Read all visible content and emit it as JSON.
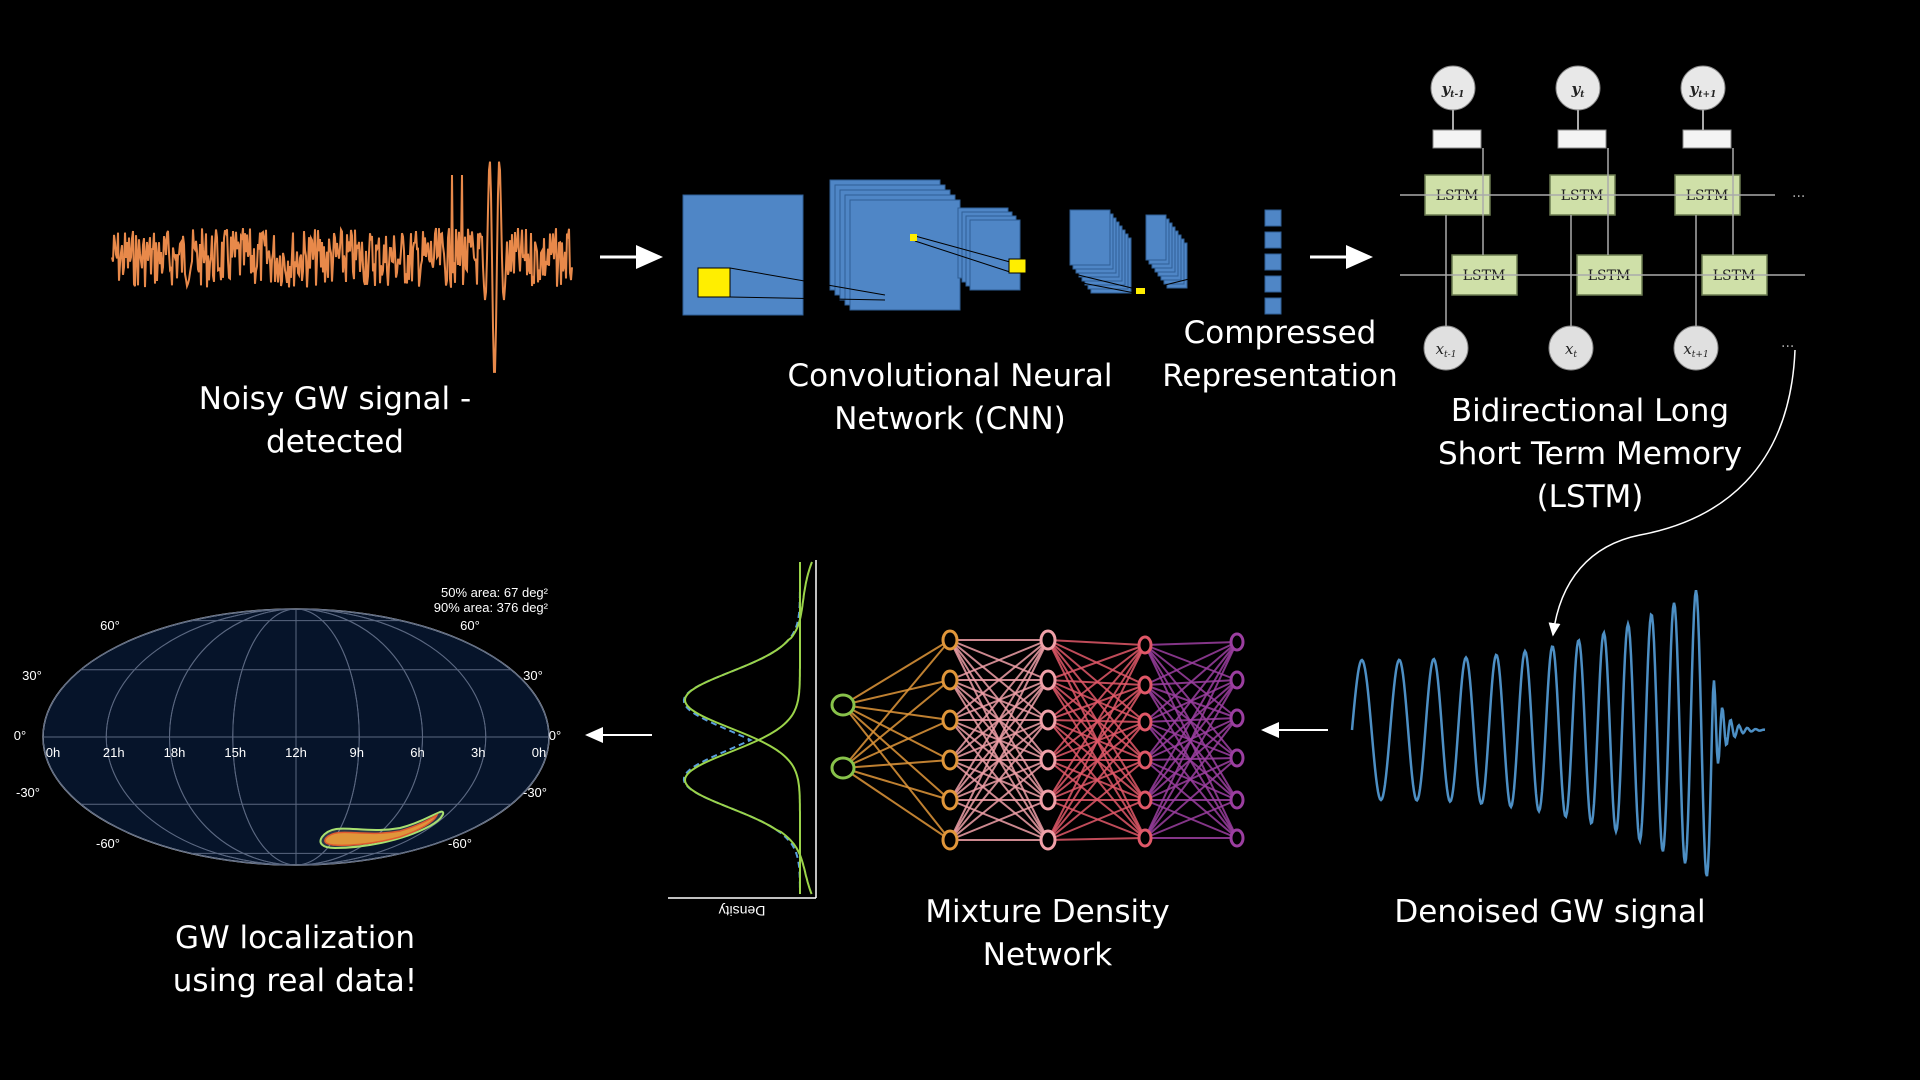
{
  "captions": {
    "noisy": [
      "Noisy GW signal -",
      "detected"
    ],
    "cnn": [
      "Convolutional Neural",
      "Network (CNN)"
    ],
    "compressed": [
      "Compressed",
      "Representation"
    ],
    "lstm": [
      "Bidirectional Long",
      "Short Term Memory",
      "(LSTM)"
    ],
    "denoised": [
      "Denoised GW signal"
    ],
    "mdn": [
      "Mixture Density",
      "Network"
    ],
    "localization": [
      "GW localization",
      "using real data!"
    ]
  },
  "lstm_diagram": {
    "cell_label": "LSTM",
    "outputs": [
      "y",
      "y",
      "y"
    ],
    "output_subs": [
      "t-1",
      "t",
      "t+1"
    ],
    "inputs": [
      "x",
      "x",
      "x"
    ],
    "input_subs": [
      "t-1",
      "t",
      "t+1"
    ],
    "ellipsis": "..."
  },
  "density_plot": {
    "axis_label": "Density"
  },
  "skymap": {
    "area50": "50% area: 67 deg²",
    "area90": "90% area: 376 deg²",
    "lat_labels_left": [
      "60°",
      "30°",
      "0°",
      "-30°",
      "-60°"
    ],
    "lat_labels_right": [
      "60°",
      "30°",
      "0°",
      "-30°",
      "-60°"
    ],
    "ra_labels": [
      "0h",
      "21h",
      "18h",
      "15h",
      "12h",
      "9h",
      "6h",
      "3h",
      "0h"
    ]
  },
  "colors": {
    "noisy_signal": "#e8894a",
    "denoised_signal": "#4d8fc4",
    "cnn_block": "#4f86c6",
    "cnn_highlight": "#ffee00",
    "lstm_cell": "#cfe0a8",
    "mdn_input": "#88c24a",
    "mdn_layer1": "#e0963a",
    "mdn_layer2": "#f0a0a8",
    "mdn_layer3": "#e05868",
    "mdn_layer4": "#9b3ea0",
    "density_curve": "#9bd44a",
    "density_dashed": "#5aa0e0",
    "sky_background": "#06142a"
  }
}
